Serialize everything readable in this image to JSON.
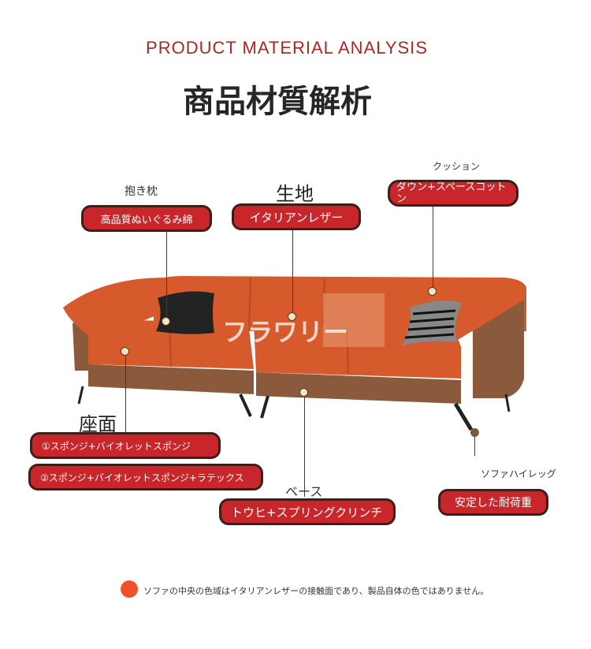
{
  "header": {
    "en_title": "PRODUCT MATERIAL ANALYSIS",
    "jp_title": "商品材質解析"
  },
  "watermark": "フラワリー",
  "callouts": {
    "pillow": {
      "label": "抱き枕",
      "pill": "高品質ぬいぐるみ綿"
    },
    "fabric": {
      "label": "生地",
      "pill": "イタリアンレザー"
    },
    "cushion": {
      "label": "クッション",
      "pill": "ダウン+スペースコットン"
    },
    "seat": {
      "label": "座面",
      "pill1": "①スポンジ+バイオレットスポンジ",
      "pill2": "②スポンジ+バイオレットスポンジ+ラテックス"
    },
    "base": {
      "label": "ベース",
      "pill": "トウヒ+スプリングクリンチ"
    },
    "leg": {
      "label": "ソファハイレッグ",
      "pill": "安定した耐荷重"
    }
  },
  "note": "ソファの中央の色域はイタリアンレザーの接触面であり、製品自体の色ではありません。",
  "colors": {
    "accent": "#c8262a",
    "sofa_orange": "#d65a2c",
    "sofa_brown": "#8b5a3c"
  }
}
